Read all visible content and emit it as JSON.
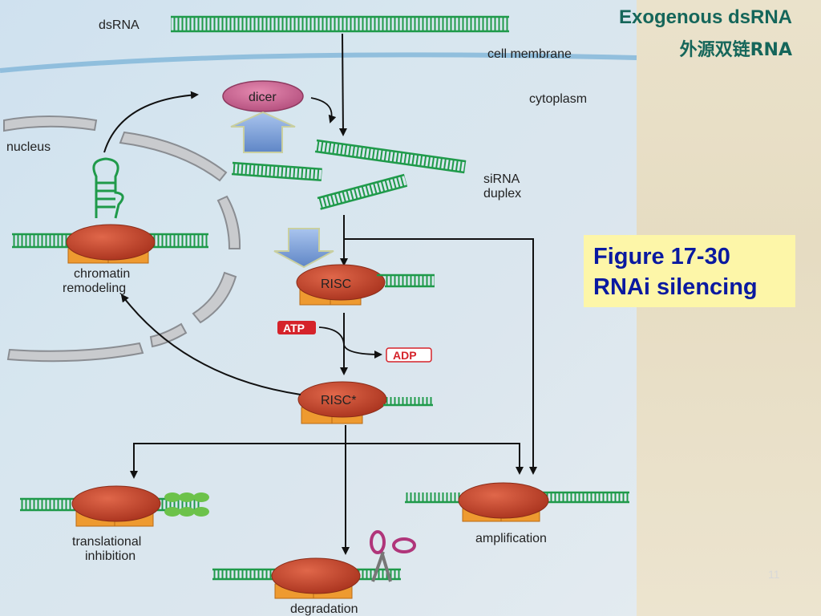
{
  "slide": {
    "title_en": "Exogenous dsRNA",
    "title_cn": "外源双链RNA",
    "caption_line1": "Figure 17-30",
    "caption_line2": "RNAi silencing",
    "page_number": "11"
  },
  "diagram": {
    "labels": {
      "dsrna": "dsRNA",
      "cell_membrane": "cell membrane",
      "cytoplasm": "cytoplasm",
      "nucleus": "nucleus",
      "dicer": "dicer",
      "sirna_line1": "siRNA",
      "sirna_line2": "duplex",
      "risc": "RISC",
      "risc_active": "RISC*",
      "atp": "ATP",
      "adp": "ADP",
      "chromatin_line1": "chromatin",
      "chromatin_line2": "remodeling",
      "translational_line1": "translational",
      "translational_line2": "inhibition",
      "amplification": "amplification",
      "degradation": "degradation"
    },
    "colors": {
      "rna_green": "#1f9a4a",
      "complex_red": "#c0452a",
      "complex_orange": "#ee9a30",
      "dicer_pink": "#c85a8a",
      "atp_red": "#d5232a",
      "arrow_blue": "#7da2d8"
    }
  }
}
